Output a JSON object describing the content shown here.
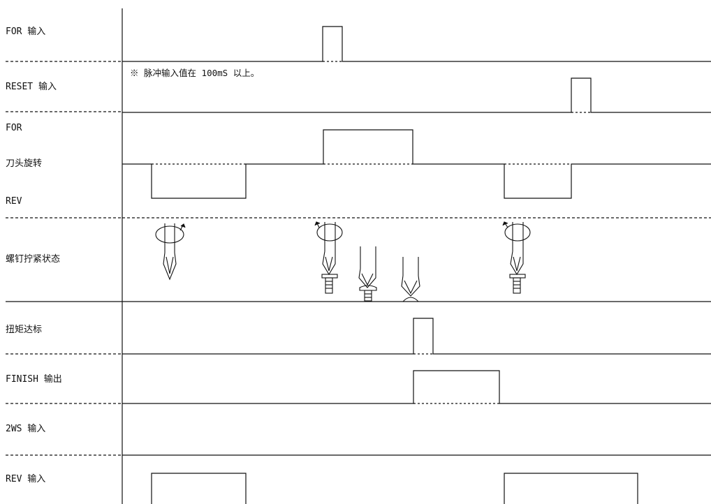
{
  "rows": [
    {
      "id": "for_input",
      "label": "FOR 输入"
    },
    {
      "id": "reset_input",
      "label": "RESET 输入"
    },
    {
      "id": "rotation",
      "label": "刀头旋转",
      "upper_label": "FOR",
      "lower_label": "REV"
    },
    {
      "id": "screw_state",
      "label": "螺钉拧紧状态"
    },
    {
      "id": "torque_ok",
      "label": "扭矩达标"
    },
    {
      "id": "finish_output",
      "label": "FINISH 输出"
    },
    {
      "id": "ws2_input",
      "label": "2WS 输入"
    },
    {
      "id": "rev_input",
      "label": "REV 输入"
    }
  ],
  "note": "※ 脉冲输入值在 100mS 以上。",
  "icons": [
    "screwdriver-reverse-icon",
    "screwdriver-forward-icon",
    "screw-seating-icon",
    "screw-seated-icon",
    "screwdriver-forward-icon"
  ],
  "colors": {
    "line": "#111111",
    "background": "#ffffff"
  }
}
